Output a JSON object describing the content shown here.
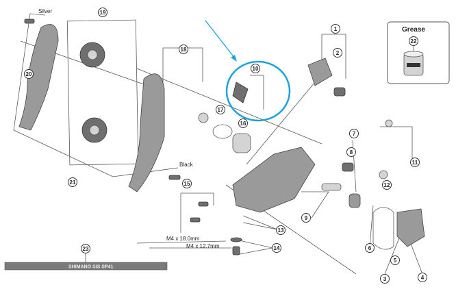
{
  "diagram": {
    "title": "Rear derailleur exploded view",
    "callouts": [
      "1",
      "2",
      "3",
      "4",
      "5",
      "6",
      "7",
      "8",
      "9",
      "10",
      "11",
      "12",
      "13",
      "14",
      "15",
      "16",
      "17",
      "18",
      "19",
      "20",
      "21",
      "22",
      "23"
    ],
    "labels": {
      "silver": "Silver",
      "black": "Black",
      "bolt_long": "M4 x 18.0mm",
      "bolt_short": "M4 x 12.7mm",
      "grease": "Grease"
    },
    "cable_print": "SHIMANO SIS SP41",
    "highlight_color": "#1aa3e0"
  }
}
